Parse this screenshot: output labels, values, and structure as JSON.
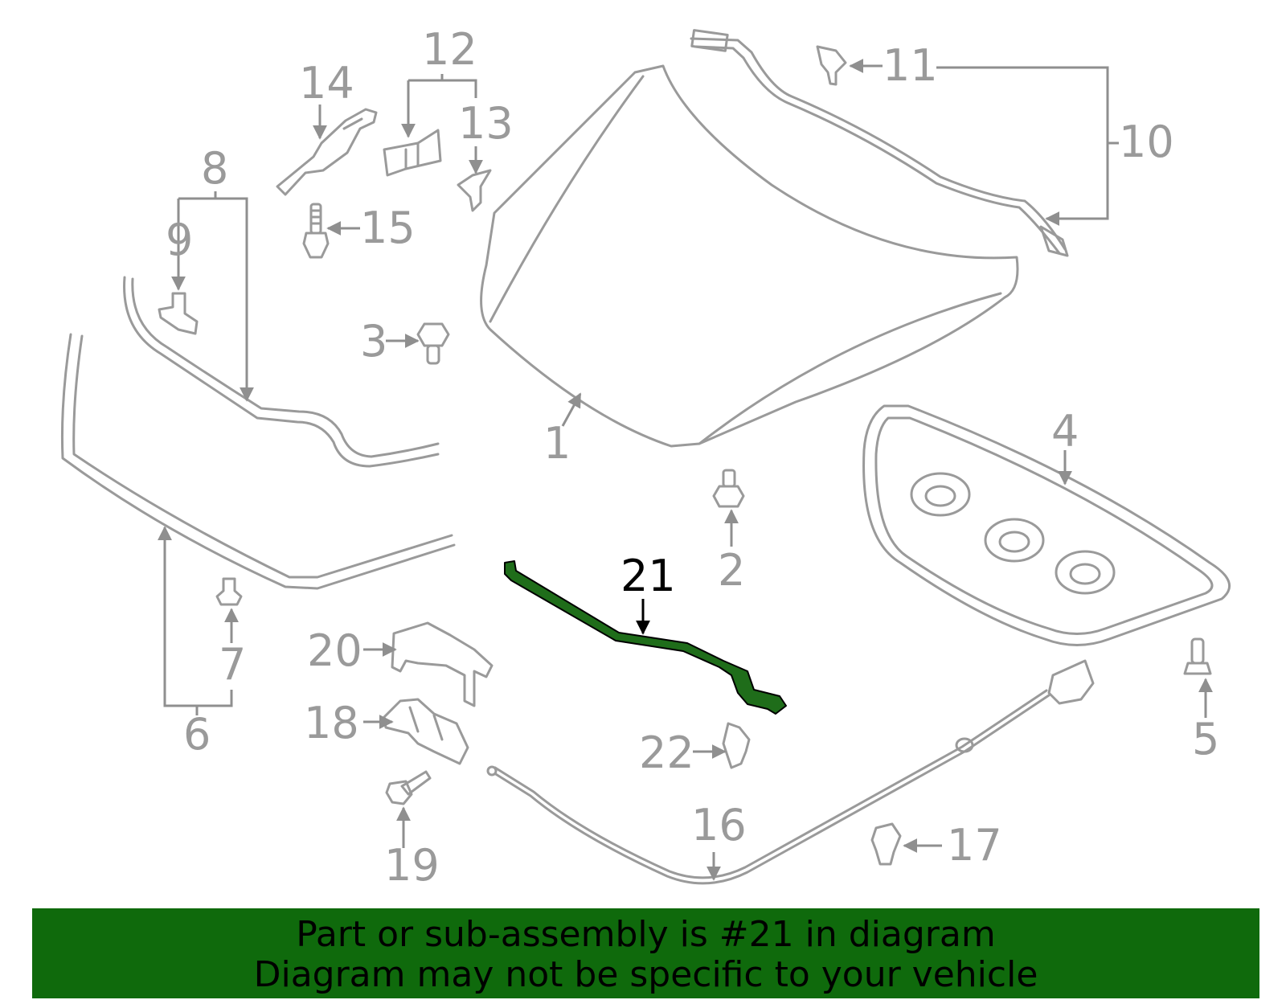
{
  "diagram": {
    "highlighted_part": "21",
    "callouts": [
      "1",
      "2",
      "3",
      "4",
      "5",
      "6",
      "7",
      "8",
      "9",
      "10",
      "11",
      "12",
      "13",
      "14",
      "15",
      "16",
      "17",
      "18",
      "19",
      "20",
      "21",
      "22"
    ]
  },
  "banner": {
    "line1": "Part or sub-assembly is #21 in diagram",
    "line2": "Diagram may not be specific to your vehicle",
    "background": "#0f6a0c"
  },
  "colors": {
    "part_outline": "#9a9a9a",
    "highlight": "#1f6d1a"
  }
}
